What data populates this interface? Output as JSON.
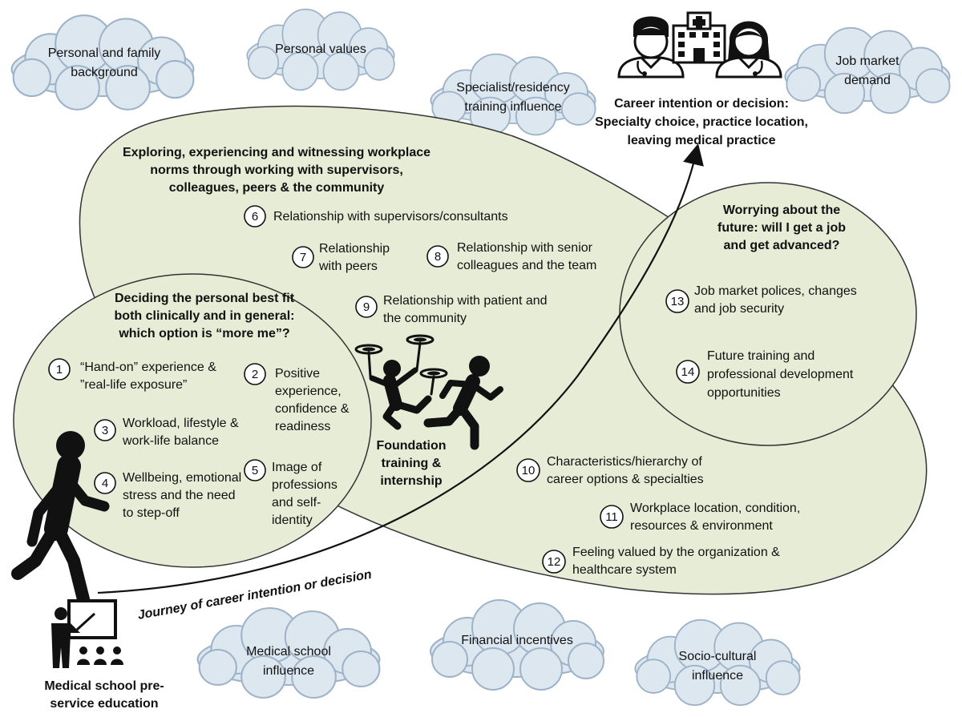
{
  "colors": {
    "region_fill": "#e7ecd6",
    "cloud_fill": "#dde7f0",
    "cloud_stroke": "#9eb3c8",
    "ink": "#111111"
  },
  "clouds": {
    "personal_family": "Personal and family background",
    "personal_values": "Personal values",
    "specialist": "Specialist/residency training influence",
    "job_market": "Job market demand",
    "medical_school": "Medical school influence",
    "financial": "Financial incentives",
    "socio_cultural": "Socio-cultural influence"
  },
  "career": {
    "title": "Career intention or decision: Specialty choice, practice location, leaving medical practice",
    "icons": [
      "male-doctor-icon",
      "hospital-icon",
      "female-doctor-icon"
    ]
  },
  "regions": {
    "workplace_title": "Exploring, experiencing and witnessing workplace norms through working with supervisors, colleagues, peers & the community",
    "personal_fit_title": "Deciding the personal best fit both clinically and in general: which option is “more me”?",
    "future_title": "Worrying about the future: will I get a job and get advanced?"
  },
  "factors": [
    {
      "num": "1",
      "text": "“Hand-on” experience & ”real-life exposure”"
    },
    {
      "num": "2",
      "text": "Positive experience, confidence & readiness"
    },
    {
      "num": "3",
      "text": "Workload, lifestyle & work-life balance"
    },
    {
      "num": "4",
      "text": "Wellbeing, emotional stress and the need to step-off"
    },
    {
      "num": "5",
      "text": "Image of professions and self-identity"
    },
    {
      "num": "6",
      "text": "Relationship with supervisors/consultants"
    },
    {
      "num": "7",
      "text": "Relationship with peers"
    },
    {
      "num": "8",
      "text": "Relationship with senior colleagues and the team"
    },
    {
      "num": "9",
      "text": "Relationship with patient and the community"
    },
    {
      "num": "10",
      "text": "Characteristics/hierarchy of career options & specialties"
    },
    {
      "num": "11",
      "text": "Workplace location, condition, resources & environment"
    },
    {
      "num": "12",
      "text": "Feeling valued by the organization & healthcare system"
    },
    {
      "num": "13",
      "text": "Job market polices, changes and job security"
    },
    {
      "num": "14",
      "text": "Future training and professional development opportunities"
    }
  ],
  "stages": {
    "foundation": "Foundation training & internship",
    "medical_school": "Medical school pre-service education"
  },
  "journey_label": "Journey of career intention or decision"
}
